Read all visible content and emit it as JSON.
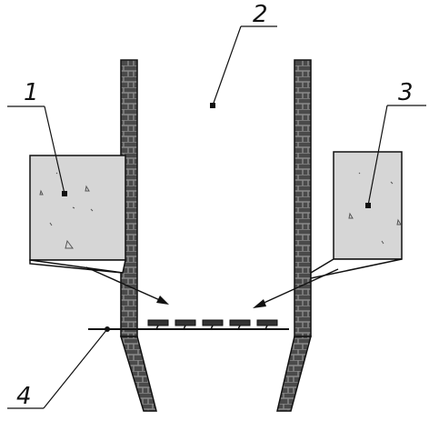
{
  "diagram": {
    "callouts": [
      {
        "id": "1",
        "label": "1"
      },
      {
        "id": "2",
        "label": "2"
      },
      {
        "id": "3",
        "label": "3"
      },
      {
        "id": "4",
        "label": "4"
      }
    ],
    "colors": {
      "line": "#111111",
      "wall_fill": "#4a4a4a",
      "wall_brick_lines": "#8a8a8a",
      "block_fill": "#d6d6d6",
      "background": "#ffffff"
    },
    "tray_segments_count": 5
  }
}
